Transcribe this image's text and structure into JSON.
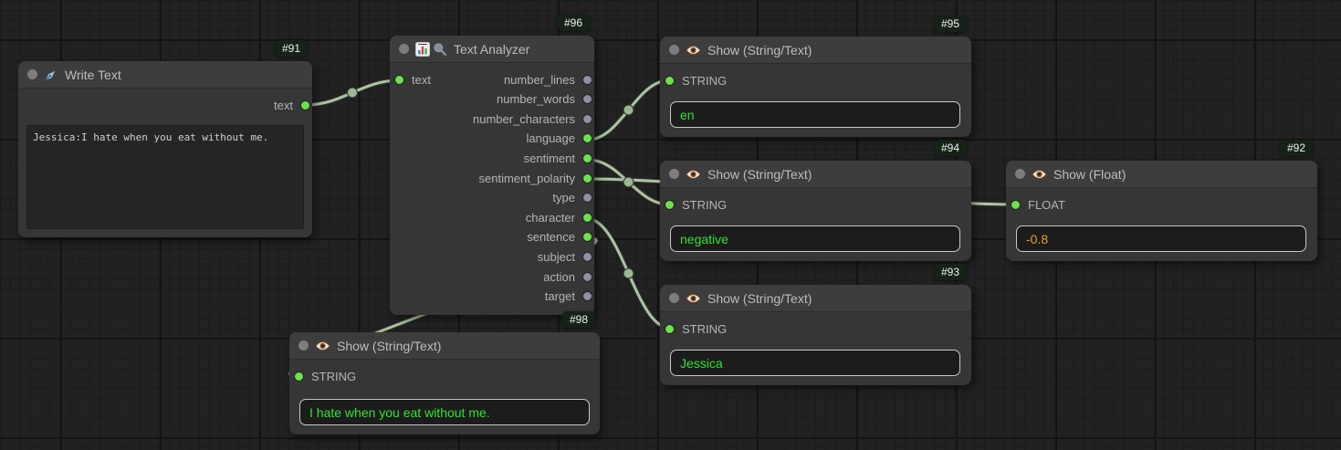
{
  "canvas": {
    "bg_color": "#222222",
    "grid_minor_color": "#1c1c1c",
    "grid_major_color": "#141414",
    "wire_color": "#aec3a4",
    "slot_connected_color": "#6ce24c",
    "slot_unconnected_color": "#8e90a3",
    "badge_bg_color": "#152218",
    "value_text_green": "#33e233",
    "value_text_orange": "#e2a23b"
  },
  "nodes": [
    {
      "id": "#91",
      "title": "Write Text",
      "icon": "pen-icon",
      "outputs": [
        {
          "name": "text",
          "connected": true
        }
      ],
      "text_value": "Jessica:I hate when you eat without me."
    },
    {
      "id": "#96",
      "title": "Text Analyzer",
      "icons": [
        "bar-chart-icon",
        "magnifier-icon"
      ],
      "inputs": [
        {
          "name": "text",
          "connected": true
        }
      ],
      "outputs": [
        {
          "name": "number_lines",
          "connected": false
        },
        {
          "name": "number_words",
          "connected": false
        },
        {
          "name": "number_characters",
          "connected": false
        },
        {
          "name": "language",
          "connected": true
        },
        {
          "name": "sentiment",
          "connected": true
        },
        {
          "name": "sentiment_polarity",
          "connected": true
        },
        {
          "name": "type",
          "connected": false
        },
        {
          "name": "character",
          "connected": true
        },
        {
          "name": "sentence",
          "connected": true
        },
        {
          "name": "subject",
          "connected": false
        },
        {
          "name": "action",
          "connected": false
        },
        {
          "name": "target",
          "connected": false
        }
      ]
    },
    {
      "id": "#95",
      "title": "Show (String/Text)",
      "icon": "eye-icon",
      "inputs": [
        {
          "name": "STRING",
          "connected": true
        }
      ],
      "value": "en"
    },
    {
      "id": "#94",
      "title": "Show (String/Text)",
      "icon": "eye-icon",
      "inputs": [
        {
          "name": "STRING",
          "connected": true
        }
      ],
      "value": "negative"
    },
    {
      "id": "#92",
      "title": "Show (Float)",
      "icon": "eye-icon",
      "inputs": [
        {
          "name": "FLOAT",
          "connected": true
        }
      ],
      "value": "-0.8"
    },
    {
      "id": "#93",
      "title": "Show (String/Text)",
      "icon": "eye-icon",
      "inputs": [
        {
          "name": "STRING",
          "connected": true
        }
      ],
      "value": "Jessica"
    },
    {
      "id": "#98",
      "title": "Show (String/Text)",
      "icon": "eye-icon",
      "inputs": [
        {
          "name": "STRING",
          "connected": true
        }
      ],
      "value": "I hate when you eat without me."
    }
  ],
  "links": [
    {
      "from": "#91.text",
      "to": "#96.text"
    },
    {
      "from": "#96.language",
      "to": "#95.STRING"
    },
    {
      "from": "#96.sentiment",
      "to": "#94.STRING"
    },
    {
      "from": "#96.sentiment_polarity",
      "to": "#92.FLOAT"
    },
    {
      "from": "#96.character",
      "to": "#93.STRING"
    },
    {
      "from": "#96.sentence",
      "to": "#98.STRING"
    }
  ]
}
